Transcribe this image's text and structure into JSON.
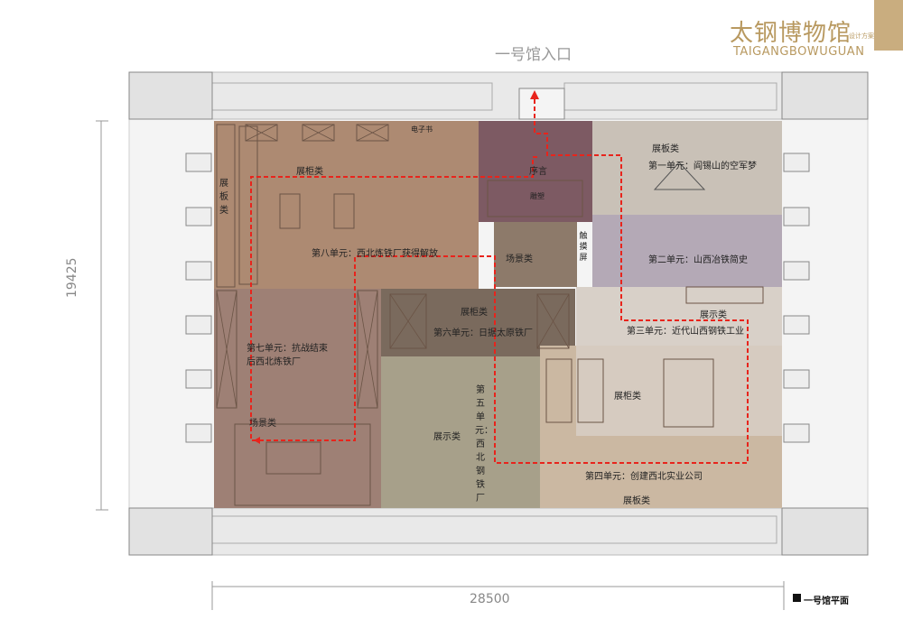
{
  "header": {
    "title": "太钢博物馆",
    "subtitle": "设计方案",
    "title_en": "TAIGANGBOWUGUAN"
  },
  "entrance_label": "一号馆入口",
  "dimensions": {
    "height": "19425",
    "width": "28500"
  },
  "caption": "一号馆平面",
  "zones": {
    "preface": "序言",
    "sculpture": "雕塑",
    "ebook": "电子书",
    "touch_screen": "触摸屏",
    "unit1": {
      "board": "展板类",
      "title": "第一单元：阎锡山的空军梦"
    },
    "unit2": {
      "title": "第二单元：山西冶铁简史"
    },
    "unit3": {
      "display": "展示类",
      "title": "第三单元：近代山西钢铁工业"
    },
    "unit4": {
      "cabinet": "展柜类",
      "title": "第四单元：创建西北实业公司",
      "board": "展板类"
    },
    "unit5": {
      "title": "第五单元：西北钢铁厂",
      "display": "展示类"
    },
    "unit6": {
      "cabinet_board": "展柜类",
      "title": "第六单元：日据太原铁厂"
    },
    "unit7": {
      "title_line1": "第七单元：抗战结束",
      "title_line2": "后西北炼铁厂",
      "scene": "场景类"
    },
    "unit8": {
      "cabinet": "展柜类",
      "board": "展板类",
      "title": "第八单元：西北炼铁厂获得解放",
      "scene": "场景类"
    }
  },
  "colors": {
    "brand": "#b89960",
    "route": "#e8241c",
    "preface_zone": "#7d5a63",
    "unit8_zone": "#ad8a72",
    "unit7_zone": "#9e8075",
    "unit6_zone": "#7a6a5d",
    "unit5_zone": "#a7a08a",
    "unit1_zone": "#c9c1b7",
    "unit2_zone": "#b4a9b6",
    "unit3_zone": "#d8d0c8",
    "unit4_zone": "#cbb8a2"
  }
}
